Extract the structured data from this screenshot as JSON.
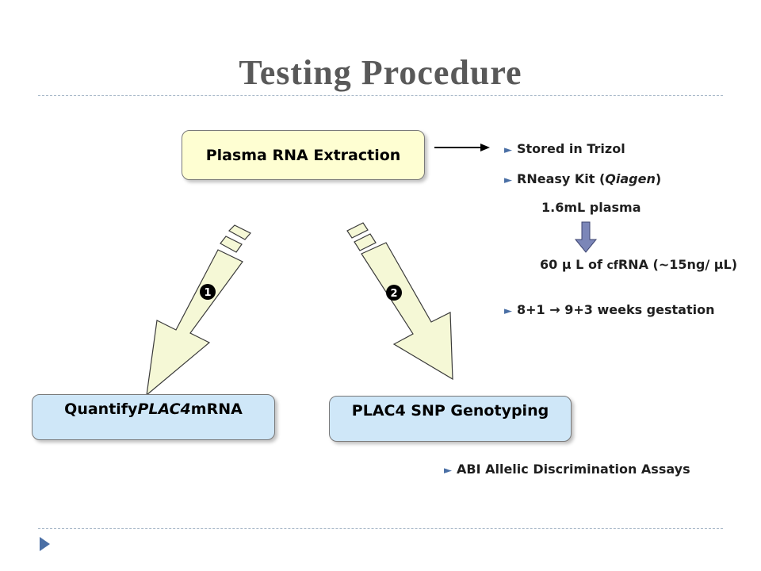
{
  "title": "Testing Procedure",
  "boxes": {
    "extraction": "Plasma RNA Extraction",
    "quantify_prefix": "Quantify ",
    "quantify_gene": "PLAC4",
    "quantify_suffix": " mRNA",
    "genotyping": "PLAC4 SNP Genotyping"
  },
  "step_badges": [
    "1",
    "2"
  ],
  "notes": {
    "stored": "Stored in Trizol",
    "kit_prefix": "RNeasy Kit (",
    "kit_brand": "Qiagen",
    "kit_suffix": ")",
    "plasma": "1.6mL plasma",
    "yield_a": "60 μ L of ",
    "yield_b": "cf",
    "yield_c": "RNA (~15ng/ μL)",
    "gestation": "8+1  → 9+3 weeks gestation",
    "abi": "ABI Allelic Discrimination Assays"
  },
  "colors": {
    "title": "#595959",
    "extraction_fill": "#fefed2",
    "result_fill": "#cfe7f8",
    "arrow_fill": "#f5f8d6",
    "down_arrow": "#7b86b8",
    "bullet": "#4a6fa5"
  },
  "icons": {
    "bullet": "right-triangle-bullet",
    "nav": "slide-nav-triangle"
  }
}
